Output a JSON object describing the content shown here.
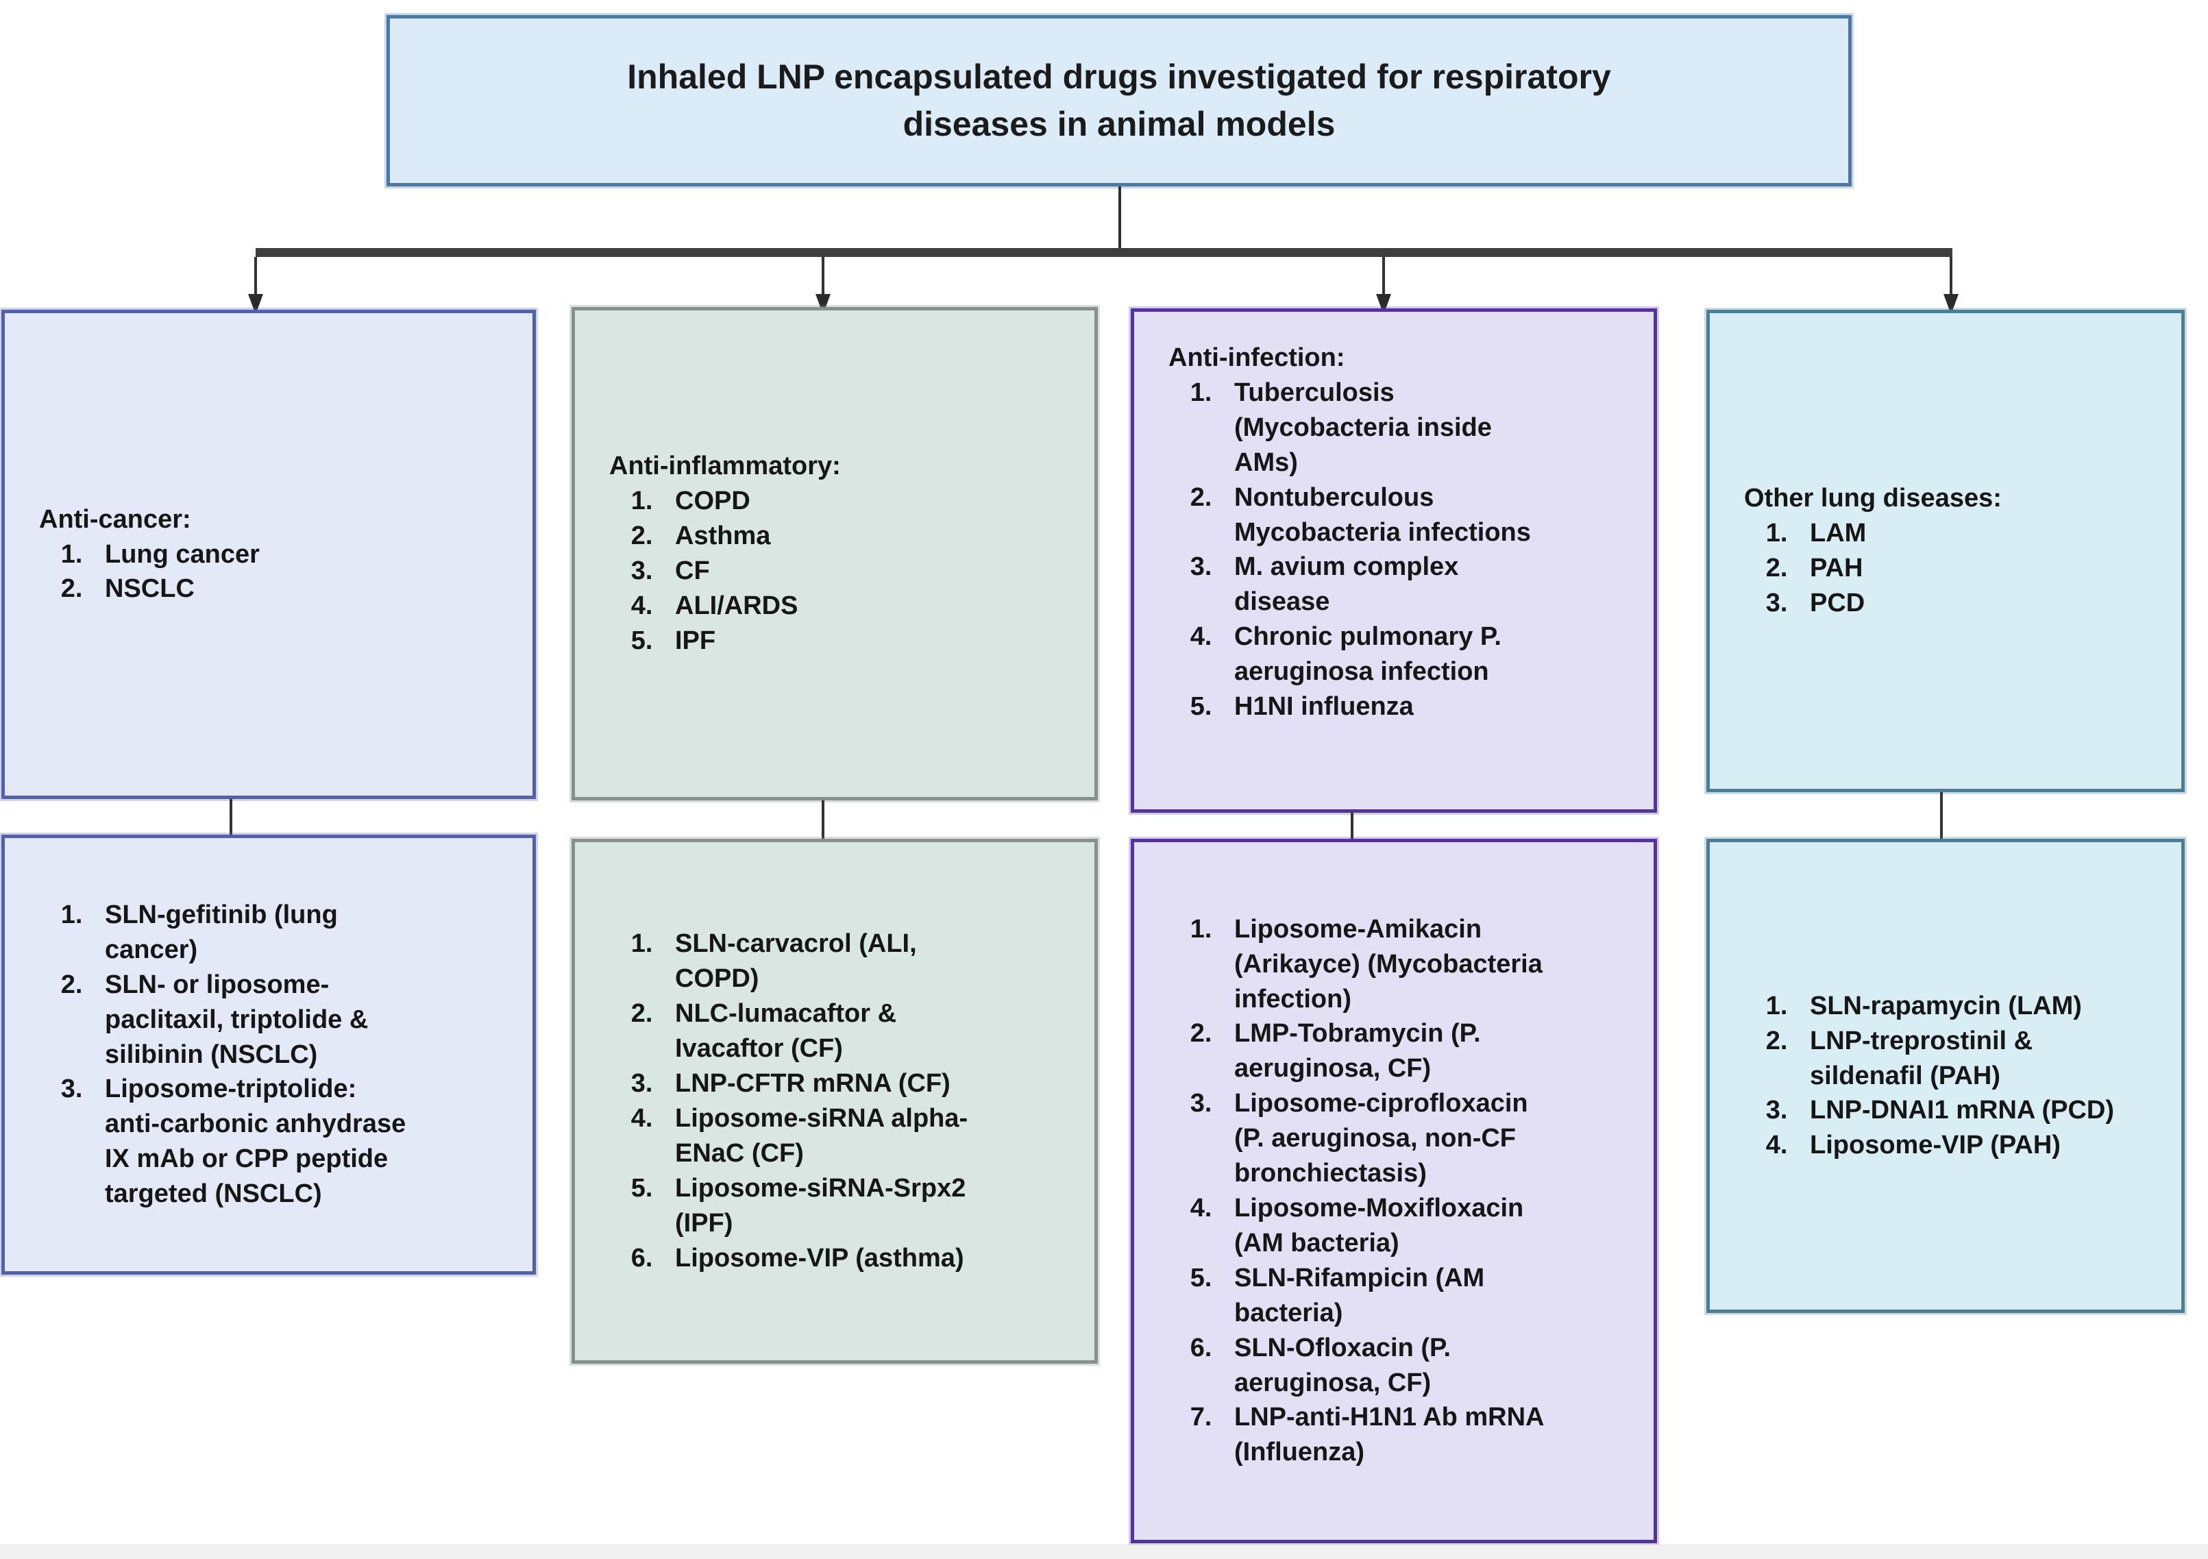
{
  "title": "Inhaled LNP encapsulated drugs investigated for respiratory\ndiseases in animal models",
  "palette": {
    "title_fill": "#dcebf8",
    "title_border": "#4a79a8",
    "connector_color": "#333333",
    "text_color": "#161616"
  },
  "columns": [
    {
      "id": "anti-cancer",
      "fill": "#e4e9f8",
      "border": "#5460a8",
      "top": {
        "heading": "Anti-cancer:",
        "items": [
          "Lung cancer",
          "NSCLC"
        ]
      },
      "bottom": {
        "items": [
          "SLN-gefitinib (lung\ncancer)",
          "SLN- or liposome-\npaclitaxil, triptolide &\nsilibinin (NSCLC)",
          "Liposome-triptolide:\nanti-carbonic anhydrase\nIX mAb or CPP peptide\ntargeted (NSCLC)"
        ]
      }
    },
    {
      "id": "anti-inflammatory",
      "fill": "#d9e6e1",
      "border": "#84918d",
      "top": {
        "heading": "Anti-inflammatory:",
        "items": [
          "COPD",
          "Asthma",
          "CF",
          "ALI/ARDS",
          "IPF"
        ]
      },
      "bottom": {
        "items": [
          "SLN-carvacrol (ALI,\nCOPD)",
          "NLC-lumacaftor &\nIvacaftor (CF)",
          "LNP-CFTR mRNA (CF)",
          "Liposome-siRNA alpha-\nENaC (CF)",
          "Liposome-siRNA-Srpx2\n(IPF)",
          "Liposome-VIP (asthma)"
        ]
      }
    },
    {
      "id": "anti-infection",
      "fill": "#e3dff5",
      "border": "#53349b",
      "top": {
        "heading": "Anti-infection:",
        "items": [
          "Tuberculosis\n(Mycobacteria inside\nAMs)",
          "Nontuberculous\nMycobacteria infections",
          "M. avium complex\ndisease",
          "Chronic pulmonary P.\naeruginosa infection",
          "H1NI influenza"
        ]
      },
      "bottom": {
        "items": [
          "Liposome-Amikacin\n(Arikayce) (Mycobacteria\ninfection)",
          "LMP-Tobramycin (P.\naeruginosa, CF)",
          "Liposome-ciprofloxacin\n(P. aeruginosa, non-CF\nbronchiectasis)",
          "Liposome-Moxifloxacin\n(AM bacteria)",
          "SLN-Rifampicin (AM\nbacteria)",
          "SLN-Ofloxacin (P.\naeruginosa, CF)",
          "LNP-anti-H1N1 Ab mRNA\n(Influenza)"
        ]
      }
    },
    {
      "id": "other-lung-diseases",
      "fill": "#d9edf4",
      "border": "#4c7f97",
      "top": {
        "heading": "Other lung diseases:",
        "items": [
          "LAM",
          "PAH",
          "PCD"
        ]
      },
      "bottom": {
        "items": [
          "SLN-rapamycin (LAM)",
          "LNP-treprostinil &\nsildenafil (PAH)",
          "LNP-DNAI1 mRNA (PCD)",
          "Liposome-VIP (PAH)"
        ]
      }
    }
  ]
}
